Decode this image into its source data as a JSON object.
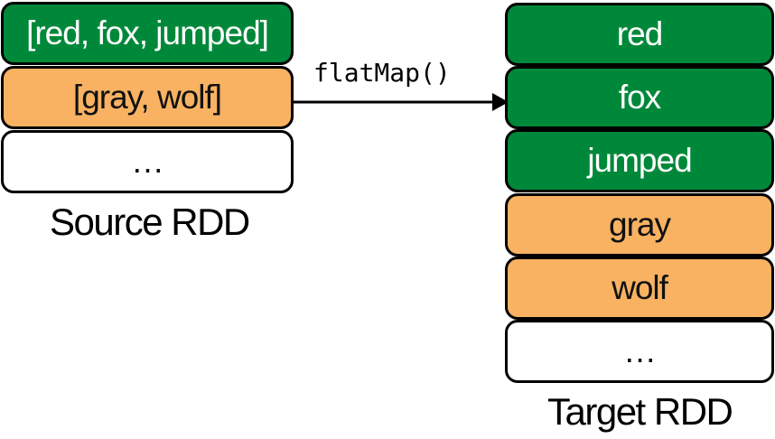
{
  "source": {
    "cells": [
      {
        "label": "[red, fox, jumped]",
        "color": "#00883a"
      },
      {
        "label": "[gray, wolf]",
        "color": "#f8b262"
      },
      {
        "label": "…",
        "color": "#ffffff"
      }
    ],
    "caption": "Source RDD"
  },
  "operation": {
    "label": "flatMap()"
  },
  "target": {
    "cells": [
      {
        "label": "red",
        "color": "#00883a"
      },
      {
        "label": "fox",
        "color": "#00883a"
      },
      {
        "label": "jumped",
        "color": "#00883a"
      },
      {
        "label": "gray",
        "color": "#f8b262"
      },
      {
        "label": "wolf",
        "color": "#f8b262"
      },
      {
        "label": "…",
        "color": "#ffffff"
      }
    ],
    "caption": "Target RDD"
  }
}
